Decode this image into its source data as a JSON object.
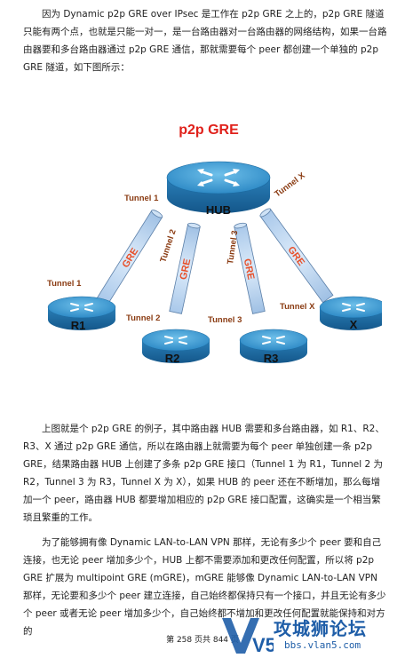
{
  "paragraph1": "因为 Dynamic p2p GRE over IPsec 是工作在 p2p GRE 之上的，p2p GRE 隧道只能有两个点，也就是只能一对一，是一台路由器对一台路由器的网络结构，如果一台路由器要和多台路由器通过 p2p GRE 通信，那就需要每个 peer 都创建一个单独的 p2p GRE 隧道，如下图所示：",
  "diagram": {
    "title": "p2p GRE",
    "hub_label": "HUB",
    "routers": [
      "R1",
      "R2",
      "R3",
      "X"
    ],
    "tube_label": "GRE",
    "tunnels": {
      "t1_hub": "Tunnel 1",
      "t1_r": "Tunnel 1",
      "t2_hub": "Tunnel 2",
      "t2_r": "Tunnel 2",
      "t3_hub": "Tunnel 3",
      "t3_r": "Tunnel 3",
      "tx_hub": "Tunnel X",
      "tx_r": "Tunnel X"
    }
  },
  "paragraph2": "上图就是个 p2p GRE 的例子，其中路由器 HUB 需要和多台路由器，如 R1、R2、R3、X 通过 p2p GRE 通信，所以在路由器上就需要为每个 peer 单独创建一条 p2p GRE，结果路由器 HUB 上创建了多条 p2p GRE 接口（Tunnel 1 为 R1，Tunnel 2 为 R2，Tunnel 3 为 R3，Tunnel X 为 X），如果 HUB 的 peer 还在不断增加，那么每增加一个 peer，路由器 HUB 都要增加相应的 p2p GRE 接口配置，这确实是一个相当繁琐且繁重的工作。",
  "paragraph3": "为了能够拥有像 Dynamic LAN-to-LAN VPN 那样，无论有多少个 peer 要和自己连接，也无论 peer 增加多少个，HUB 上都不需要添加和更改任何配置，所以将 p2p GRE 扩展为 multipoint GRE (mGRE)，mGRE 能够像 Dynamic LAN-to-LAN VPN 那样，无论要和多少个 peer 建立连接，自己始终都保持只有一个接口，并且无论有多少个 peer 或者无论 peer 增加多少个，自己始终都不增加和更改任何配置就能保持和对方的",
  "footer": "第 258 页共 844 页",
  "watermark": {
    "name": "攻城狮论坛",
    "url": "bbs.vlan5.com",
    "logo_text": "V5"
  },
  "colors": {
    "title_red": "#e0211b",
    "tube_blue": "#bcd6f0",
    "gre_orange": "#e8502a",
    "router_blue": "#2f8fc6",
    "tunnel_label": "#8a3b12"
  }
}
